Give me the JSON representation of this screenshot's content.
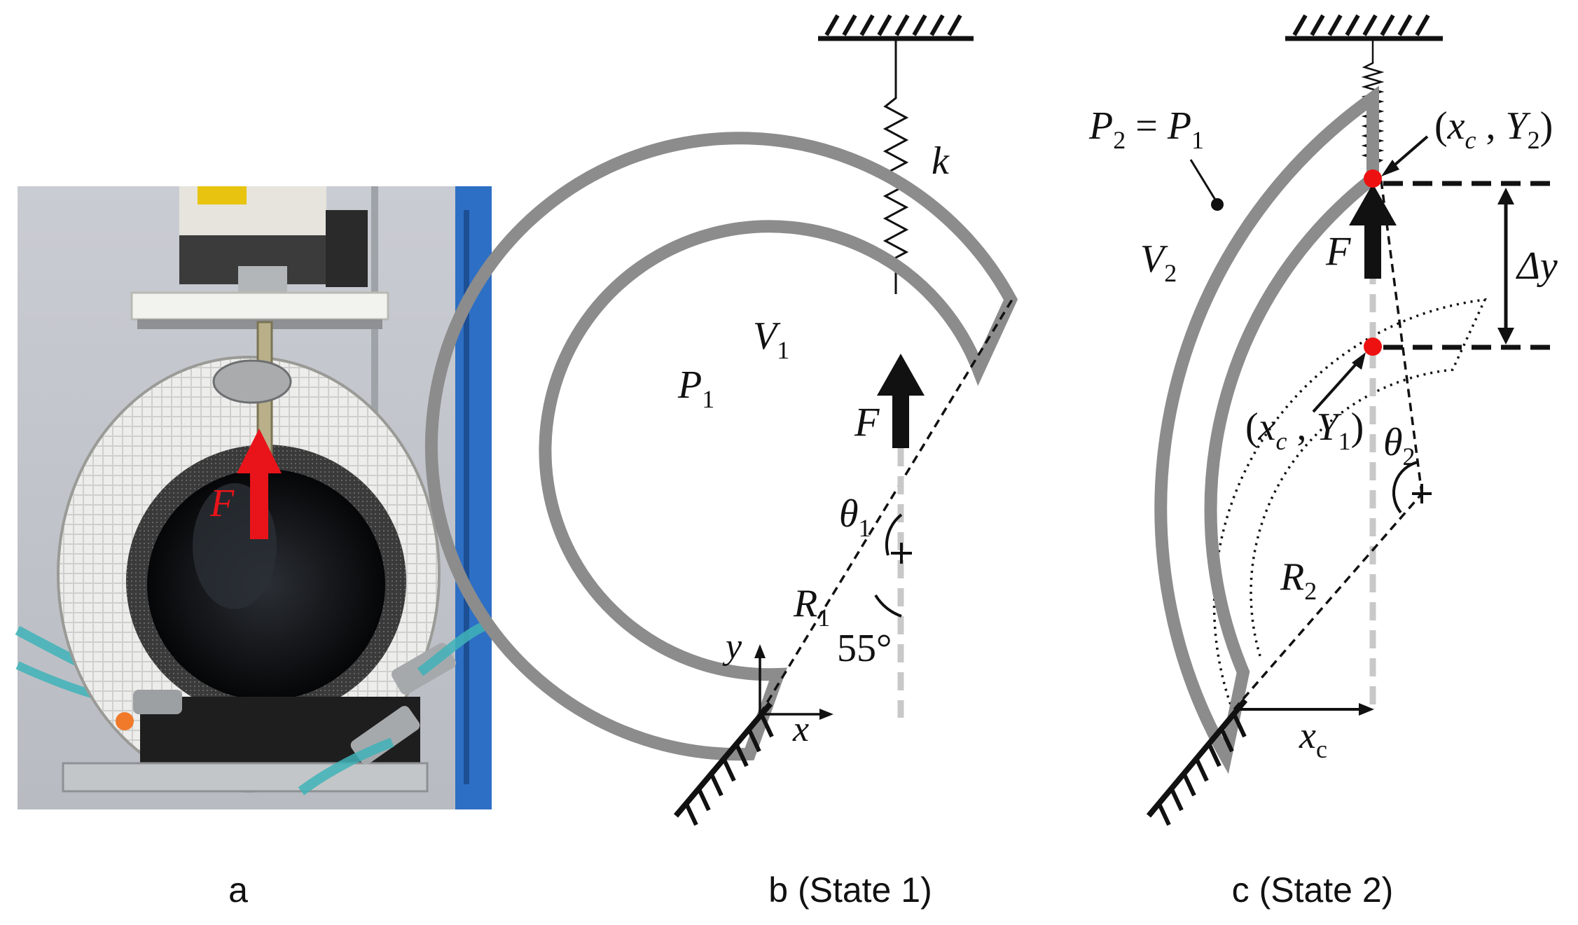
{
  "panels": {
    "a": {
      "caption": "a",
      "force_label": "F",
      "arrow_color": "#e8141a"
    },
    "b": {
      "caption": "b (State 1)",
      "spring_label": "k",
      "volume_label": "V",
      "volume_sub": "1",
      "pressure_label": "P",
      "pressure_sub": "1",
      "force_label": "F",
      "theta_label": "θ",
      "theta_sub": "1",
      "radius_label": "R",
      "radius_sub": "1",
      "angle_label": "55°",
      "axis_x": "x",
      "axis_y": "y"
    },
    "c": {
      "caption": "c (State 2)",
      "pressure_eq_lhs": "P",
      "pressure_eq_lhs_sub": "2",
      "pressure_eq_op": " = ",
      "pressure_eq_rhs": "P",
      "pressure_eq_rhs_sub": "1",
      "volume_label": "V",
      "volume_sub": "2",
      "force_label": "F",
      "delta_label": "Δy",
      "point_top_open": "(",
      "point_top_x": "x",
      "point_top_x_sub": "c",
      "point_top_comma": " , ",
      "point_top_y": "Y",
      "point_top_y_sub": "2",
      "point_top_close": ")",
      "point_bottom_open": "(",
      "point_bottom_x": "x",
      "point_bottom_x_sub": "c",
      "point_bottom_comma": " , ",
      "point_bottom_y": "Y",
      "point_bottom_y_sub": "1",
      "point_bottom_close": ")",
      "theta_label": "θ",
      "theta_sub": "2",
      "radius_label": "R",
      "radius_sub": "2",
      "xc_label": "x",
      "xc_sub": "c",
      "marker_color": "#ee1111"
    }
  },
  "colors": {
    "actuator_wall": "#8c8c8c",
    "centerline": "#c8c8c8",
    "ink": "#111111"
  }
}
